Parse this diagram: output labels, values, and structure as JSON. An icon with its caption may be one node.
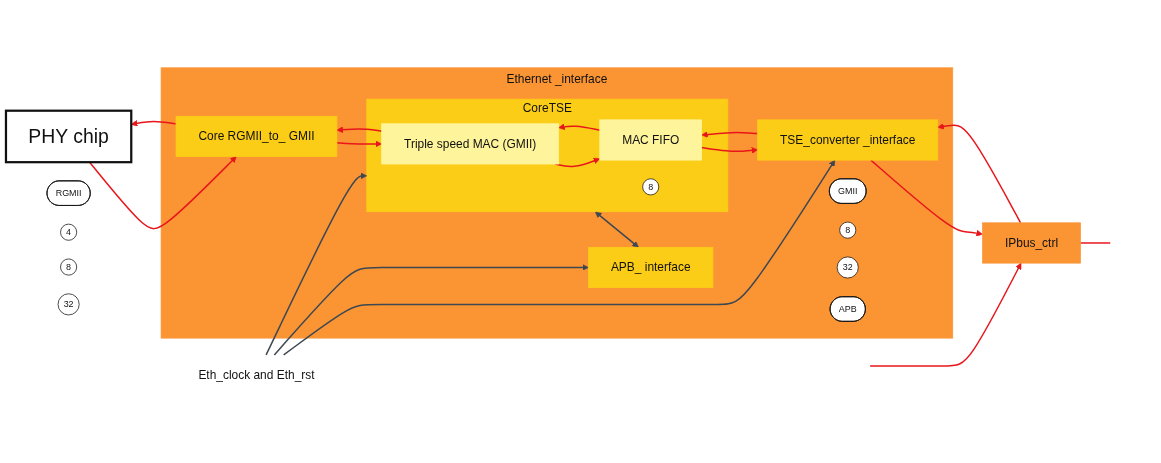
{
  "diagram": {
    "nodes": [
      {
        "text": [
          "Eth_clock and Eth_rst"
        ]
      },
      {
        "text": [
          "PHY chip"
        ]
      },
      {
        "text": [
          "Ethernet _interface"
        ]
      },
      {
        "text": [
          "Core RGMII_to_ GMII"
        ],
        "in": 2
      },
      {
        "text": [
          "CoreTSE"
        ],
        "in": 2
      },
      {
        "text": [
          "Triple speed MAC (GMII)"
        ],
        "in": 4
      },
      {
        "text": [
          "MAC FIFO"
        ],
        "in": 4
      },
      {
        "text": [
          "TSE_converter _interface"
        ],
        "in": 2
      },
      {
        "text": [
          "APB_ interface"
        ],
        "in": 2
      },
      {
        "text": [
          "IPbus_ctrl"
        ]
      },
      {
        "text": [
          "RGMII"
        ]
      },
      {
        "text": [
          "4"
        ]
      },
      {
        "text": [
          "GMII"
        ],
        "in": 2
      },
      {
        "text": [
          "8"
        ],
        "in": 2
      },
      {
        "text": [
          "8"
        ],
        "in": 4
      },
      {
        "text": [
          "32"
        ],
        "in": 2
      },
      {
        "text": [
          "APB"
        ],
        "in": 2
      },
      {
        "text": [
          "8"
        ]
      },
      {
        "text": [
          "32"
        ]
      }
    ],
    "edges": [
      {
        "from": 1,
        "to": 3,
        "arrow": "to"
      },
      {
        "from": 3,
        "to": 5,
        "arrow": "to"
      },
      {
        "from": 5,
        "to": 6,
        "arrow": "to"
      },
      {
        "from": 6,
        "to": 7,
        "arrow": "to"
      },
      {
        "from": 7,
        "to": 9,
        "arrow": "to"
      },
      {
        "from": 9,
        "to": null,
        "arrow": "none"
      },
      {
        "from": null,
        "to": 9,
        "arrow": "to"
      },
      {
        "from": 9,
        "to": 7,
        "arrow": "to"
      },
      {
        "from": 7,
        "to": 6,
        "arrow": "to"
      },
      {
        "from": 6,
        "to": 5,
        "arrow": "to"
      },
      {
        "from": 5,
        "to": 3,
        "arrow": "to"
      },
      {
        "from": 3,
        "to": 1,
        "arrow": "to"
      },
      {
        "from": 0,
        "to": 7,
        "arrow": "to",
        "color": "#3d4852"
      },
      {
        "from": 0,
        "to": 4,
        "arrow": "to",
        "color": "#3d4852"
      },
      {
        "from": 0,
        "to": 8,
        "arrow": "to",
        "color": "#3d4852"
      },
      {
        "from": 4,
        "to": 8,
        "arrow": "both",
        "color": "#3d4852"
      }
    ]
  }
}
